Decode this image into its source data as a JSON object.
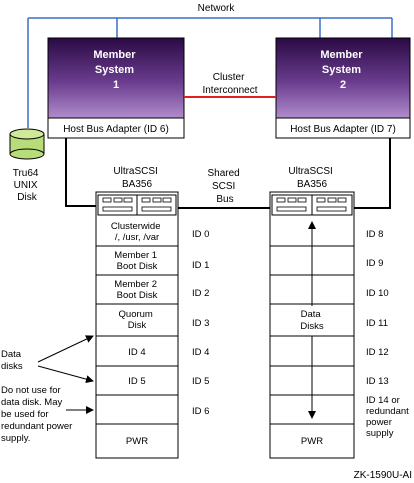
{
  "network_label": "Network",
  "colors": {
    "network_line": "#3a6fc4",
    "interconnect": "#e02020",
    "member_top": "#2a0a44",
    "member_bottom": "#b08ccc",
    "disk_fill": "#b8dc7a"
  },
  "member1": {
    "lines": [
      "Member",
      "System",
      "1"
    ],
    "adapter": "Host Bus Adapter (ID 6)"
  },
  "member2": {
    "lines": [
      "Member",
      "System",
      "2"
    ],
    "adapter": "Host Bus Adapter (ID 7)"
  },
  "interconnect_lines": [
    "Cluster",
    "Interconnect"
  ],
  "unix_disk_lines": [
    "Tru64",
    "UNIX",
    "Disk"
  ],
  "shared_bus_lines": [
    "Shared",
    "SCSI",
    "Bus"
  ],
  "left_storage": {
    "title_lines": [
      "UltraSCSI",
      "BA356"
    ],
    "slots": [
      {
        "lines": [
          "Clusterwide",
          "/, /usr, /var"
        ],
        "id": "ID 0"
      },
      {
        "lines": [
          "Member 1",
          "Boot Disk"
        ],
        "id": "ID 1"
      },
      {
        "lines": [
          "Member 2",
          "Boot Disk"
        ],
        "id": "ID 2"
      },
      {
        "lines": [
          "Quorum",
          "Disk"
        ],
        "id": "ID 3"
      },
      {
        "lines": [
          "ID 4"
        ],
        "id": "ID 4"
      },
      {
        "lines": [
          "ID 5"
        ],
        "id": "ID 5"
      },
      {
        "lines": [],
        "id": "ID 6"
      },
      {
        "lines": [
          "PWR"
        ],
        "id": ""
      }
    ]
  },
  "right_storage": {
    "title_lines": [
      "UltraSCSI",
      "BA356"
    ],
    "data_disks_lines": [
      "Data",
      "Disks"
    ],
    "pwr": "PWR",
    "ids": [
      "ID 8",
      "ID 9",
      "ID 10",
      "ID 11",
      "ID 12",
      "ID 13"
    ],
    "last_id_lines": [
      "ID 14 or",
      "redundant",
      "power",
      "supply"
    ]
  },
  "data_disks_note_lines": [
    "Data",
    "disks"
  ],
  "do_not_use_note_lines": [
    "Do not use for",
    "data disk.  May",
    "be used for",
    "redundant power",
    "supply."
  ],
  "figure_id": "ZK-1590U-AI"
}
